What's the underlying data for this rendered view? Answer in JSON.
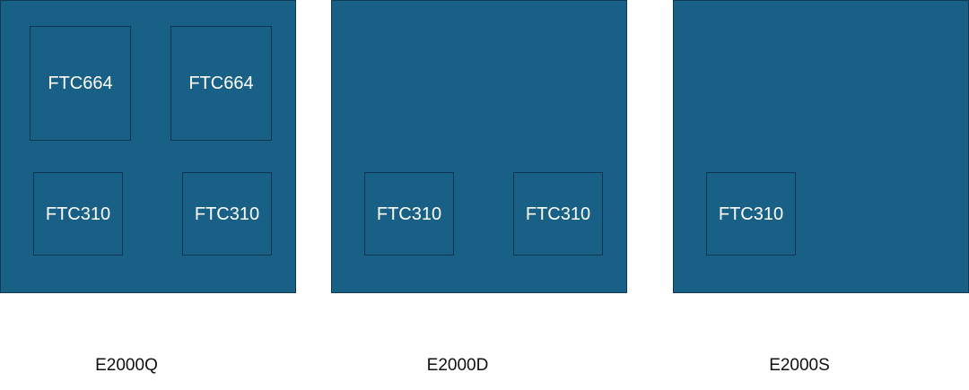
{
  "colors": {
    "package_fill": "#186085",
    "die_border": "#0d3552",
    "die_text": "#ffffff",
    "label_text": "#111111",
    "background": "#ffffff"
  },
  "packages": [
    {
      "name": "E2000Q",
      "dies": [
        "FTC664",
        "FTC664",
        "FTC310",
        "FTC310"
      ]
    },
    {
      "name": "E2000D",
      "dies": [
        "FTC310",
        "FTC310"
      ]
    },
    {
      "name": "E2000S",
      "dies": [
        "FTC310"
      ]
    }
  ]
}
